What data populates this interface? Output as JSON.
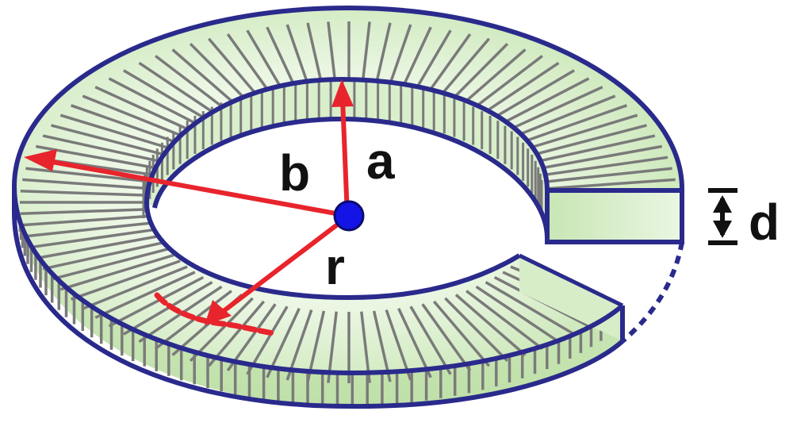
{
  "labels": {
    "a": "a",
    "b": "b",
    "r": "r",
    "d": "d"
  },
  "colors": {
    "outline": "#2a2a8c",
    "ring_fill": "#c8e6b4",
    "ring_fill_light": "#eaf6e2",
    "hatch": "#7a7a7a",
    "arrow": "#e8242c",
    "center": "#1414e6",
    "dimension": "#111111"
  },
  "icons": {
    "center_point": "blue-dot",
    "radius_arrows": "red-arrow"
  }
}
